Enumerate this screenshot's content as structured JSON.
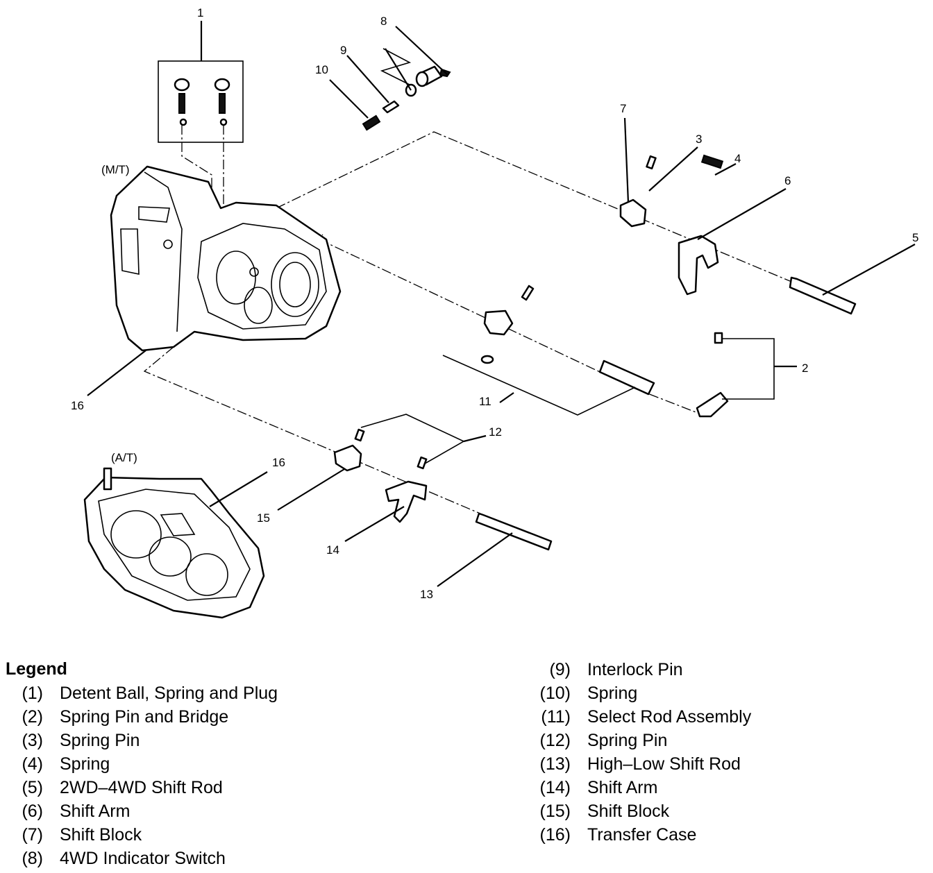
{
  "diagram": {
    "variant_labels": {
      "manual": "(M/T)",
      "automatic": "(A/T)"
    },
    "callouts": {
      "c1": "1",
      "c2": "2",
      "c3": "3",
      "c4": "4",
      "c5": "5",
      "c6": "6",
      "c7": "7",
      "c8": "8",
      "c9": "9",
      "c10": "10",
      "c11": "11",
      "c12": "12",
      "c13": "13",
      "c14": "14",
      "c15": "15",
      "c16a": "16",
      "c16b": "16"
    }
  },
  "legend": {
    "title": "Legend",
    "items": [
      {
        "num": "(1)",
        "text": "Detent Ball, Spring and Plug"
      },
      {
        "num": "(2)",
        "text": "Spring Pin and Bridge"
      },
      {
        "num": "(3)",
        "text": "Spring Pin"
      },
      {
        "num": "(4)",
        "text": "Spring"
      },
      {
        "num": "(5)",
        "text": "2WD–4WD Shift Rod"
      },
      {
        "num": "(6)",
        "text": "Shift Arm"
      },
      {
        "num": "(7)",
        "text": "Shift Block"
      },
      {
        "num": "(8)",
        "text": "4WD Indicator Switch"
      },
      {
        "num": "(9)",
        "text": "Interlock Pin"
      },
      {
        "num": "(10)",
        "text": "Spring"
      },
      {
        "num": "(11)",
        "text": "Select Rod Assembly"
      },
      {
        "num": "(12)",
        "text": "Spring Pin"
      },
      {
        "num": "(13)",
        "text": "High–Low Shift Rod"
      },
      {
        "num": "(14)",
        "text": "Shift Arm"
      },
      {
        "num": "(15)",
        "text": "Shift Block"
      },
      {
        "num": "(16)",
        "text": "Transfer Case"
      }
    ]
  }
}
